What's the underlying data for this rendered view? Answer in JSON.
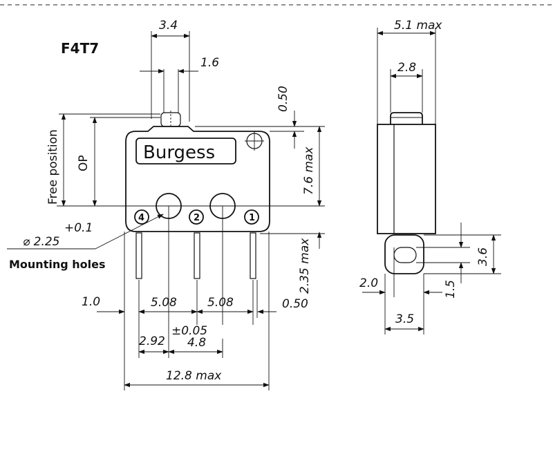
{
  "model": "F4T7",
  "brand": "Burgess",
  "labels": {
    "free_position": "Free position",
    "op": "OP",
    "mounting_holes": "Mounting holes",
    "hole_diameter": "⌀ 2.25",
    "hole_tolerance": "+0.1"
  },
  "pins": [
    "4",
    "2",
    "1"
  ],
  "front_dims": {
    "actuator_width": "3.4",
    "actuator_offset": "1.6",
    "actuator_travel": "0.50",
    "body_height": "7.6 max",
    "terminal_length": "2.35 max",
    "terminal_offset_left": "1.0",
    "pitch_1": "5.08",
    "pitch_2": "5.08",
    "terminal_offset_right": "0.50",
    "tolerance": "±0.05",
    "hole_edge": "2.92",
    "hole_pitch": "4.8",
    "body_width": "12.8 max"
  },
  "side_dims": {
    "body_depth": "5.1 max",
    "actuator_depth": "2.8",
    "terminal_height": "3.6",
    "terminal_offset": "2.0",
    "slot_offset": "1.5",
    "terminal_width": "3.5"
  }
}
